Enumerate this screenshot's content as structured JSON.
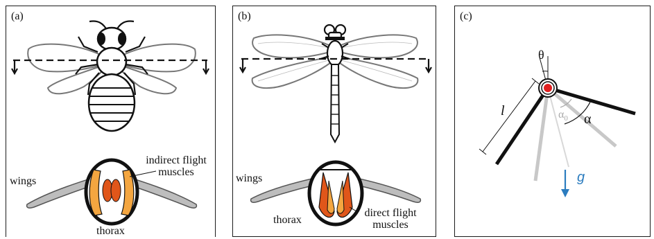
{
  "panels": {
    "a": {
      "tag": "(a)",
      "wings_label": "wings",
      "muscles_label_line1": "indirect flight",
      "muscles_label_line2": "muscles",
      "thorax_label": "thorax"
    },
    "b": {
      "tag": "(b)",
      "wings_label": "wings",
      "thorax_label": "thorax",
      "muscles_label_line1": "direct flight",
      "muscles_label_line2": "muscles"
    },
    "c": {
      "tag": "(c)",
      "theta": "θ",
      "length": "l",
      "alpha0": "α",
      "alpha0_sub": "0",
      "alpha": "α",
      "gravity": "g"
    }
  },
  "colors": {
    "muscle_light": "#f4a640",
    "muscle_dark": "#e0561a",
    "pivot": "#e02020",
    "gravity_arrow": "#2b7cbf",
    "wing_grey": "#7a7a7a",
    "pale_pendulum": "#c8c8c8"
  }
}
